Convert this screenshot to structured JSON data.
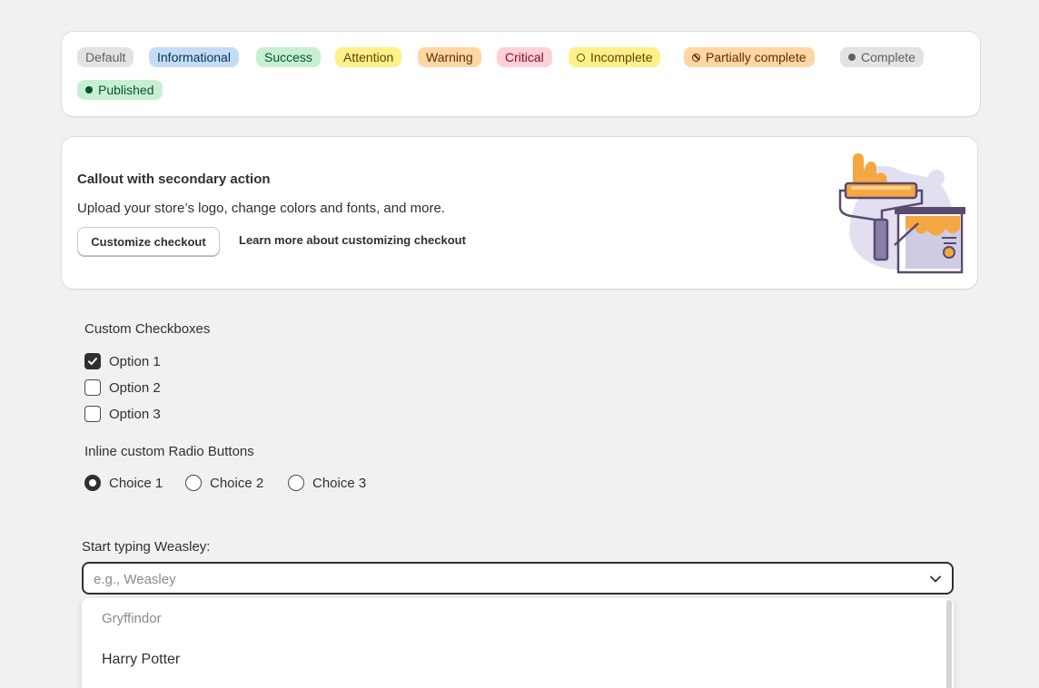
{
  "badges": [
    {
      "label": "Default",
      "bg": "#e3e3e3",
      "fg": "#616161",
      "icon": null
    },
    {
      "label": "Informational",
      "bg": "#c5dcf7",
      "fg": "#00335a",
      "icon": null
    },
    {
      "label": "Success",
      "bg": "#c7f0d3",
      "fg": "#0c5132",
      "icon": null
    },
    {
      "label": "Attention",
      "bg": "#fff18a",
      "fg": "#5e4200",
      "icon": null
    },
    {
      "label": "Warning",
      "bg": "#ffd6a4",
      "fg": "#5e2e00",
      "icon": null
    },
    {
      "label": "Critical",
      "bg": "#fed1d7",
      "fg": "#8e0b21",
      "icon": null
    },
    {
      "label": "Incomplete",
      "bg": "#fff18a",
      "fg": "#5e4200",
      "icon": "incomplete-ring-icon"
    },
    {
      "label": "Partially complete",
      "bg": "#ffd6a4",
      "fg": "#5e2e00",
      "icon": "partial-complete-icon"
    },
    {
      "label": "Complete",
      "bg": "#e3e3e3",
      "fg": "#616161",
      "icon": "complete-dot-icon"
    },
    {
      "label": "Published",
      "bg": "#c7f0d3",
      "fg": "#0c5132",
      "icon": "published-dot-icon"
    }
  ],
  "callout": {
    "title": "Callout with secondary action",
    "body": "Upload your store’s logo, change colors and fonts, and more.",
    "primary_button": "Customize checkout",
    "secondary_link": "Learn more about customizing checkout",
    "illustration_icon": "paint-roller-illustration"
  },
  "checkboxes": {
    "title": "Custom Checkboxes",
    "options": [
      {
        "label": "Option 1",
        "checked": true
      },
      {
        "label": "Option 2",
        "checked": false
      },
      {
        "label": "Option 3",
        "checked": false
      }
    ]
  },
  "radios": {
    "title": "Inline custom Radio Buttons",
    "options": [
      {
        "label": "Choice 1",
        "selected": true
      },
      {
        "label": "Choice 2",
        "selected": false
      },
      {
        "label": "Choice 3",
        "selected": false
      }
    ]
  },
  "combobox": {
    "label": "Start typing Weasley:",
    "placeholder": "e.g., Weasley",
    "value": "",
    "icon": "chevron-down-icon",
    "dropdown": {
      "group": "Gryffindor",
      "options": [
        "Harry Potter"
      ]
    }
  }
}
